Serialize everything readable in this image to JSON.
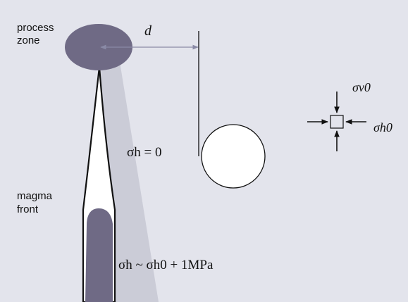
{
  "labels": {
    "process_zone_line1": "process",
    "process_zone_line2": "zone",
    "distance": "d",
    "sigma_h_zero": "σh = 0",
    "magma_front_line1": "magma",
    "magma_front_line2": "front",
    "sigma_h_approx": "σh ~ σh0 + 1MPa",
    "sigma_v0": "σv0",
    "sigma_h0": "σh0"
  },
  "colors": {
    "background": "#e3e4ec",
    "magma": "#6f6a85",
    "shadow": "#c9cad6",
    "line": "#111111",
    "dim_line": "#8a8aa6",
    "hole": "#ffffff"
  },
  "icons": {
    "stress_element": "square-with-four-arrows-icon"
  }
}
